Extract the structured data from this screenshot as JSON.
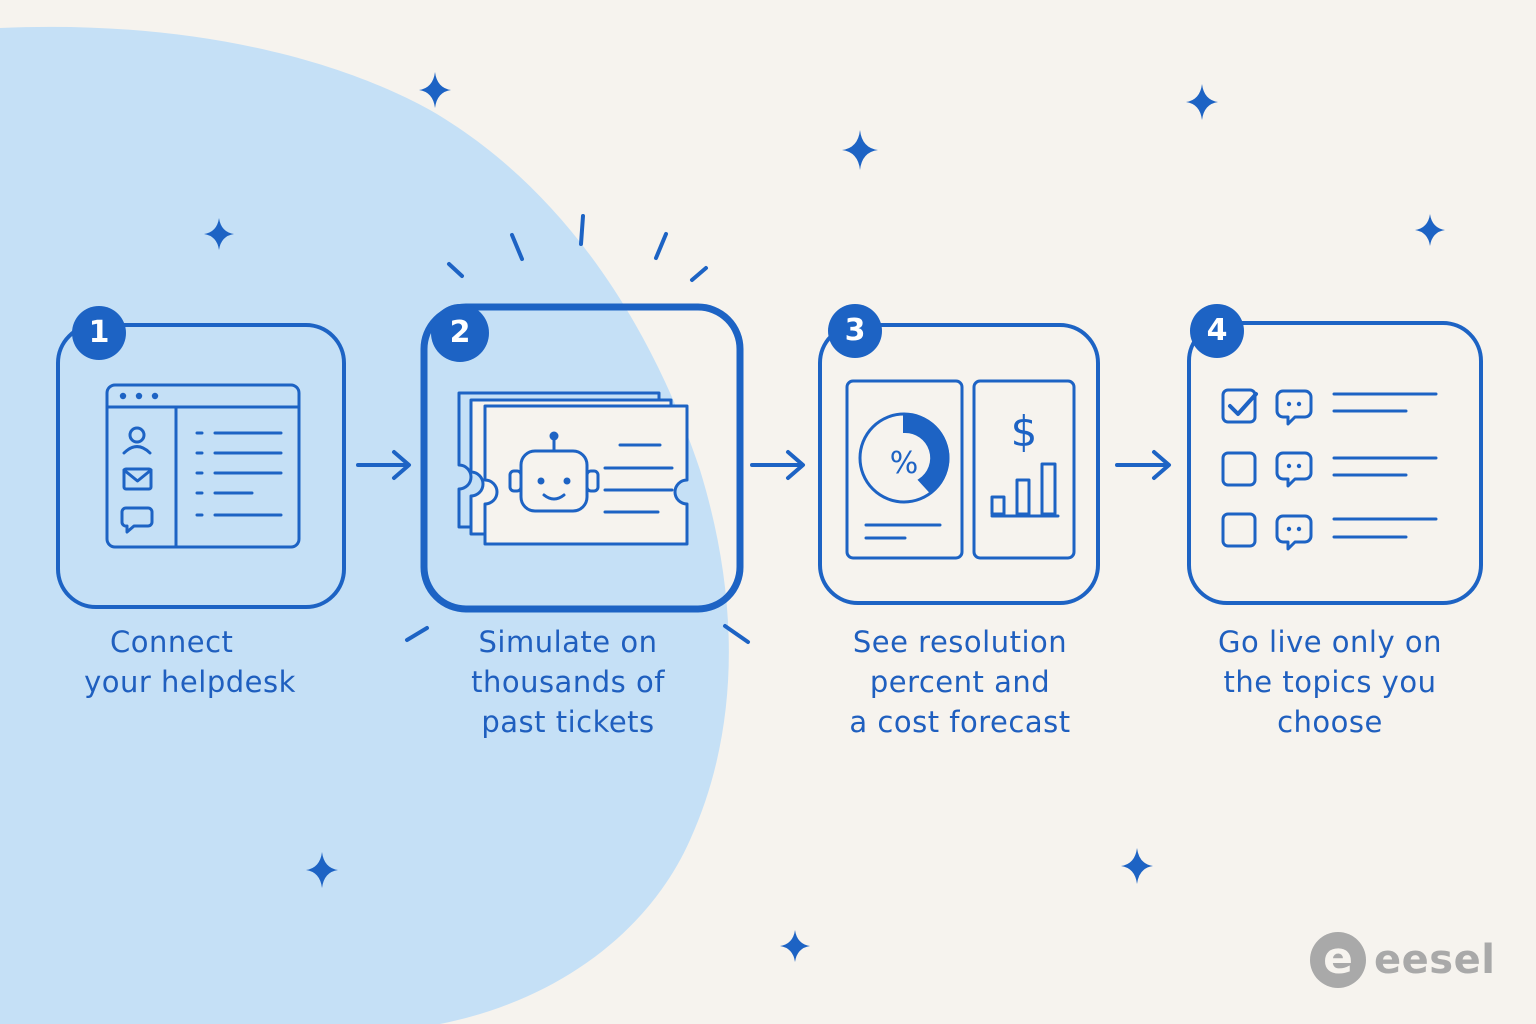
{
  "steps": [
    {
      "number": "1",
      "lines": [
        "Connect",
        "your helpdesk"
      ]
    },
    {
      "number": "2",
      "lines": [
        "Simulate on",
        "thousands of",
        "past tickets"
      ]
    },
    {
      "number": "3",
      "lines": [
        "See resolution",
        "percent and",
        "a cost forecast"
      ]
    },
    {
      "number": "4",
      "lines": [
        "Go live only on",
        "the topics you",
        "choose"
      ]
    }
  ],
  "panel3": {
    "percent_symbol": "%",
    "dollar_symbol": "$"
  },
  "logo": {
    "mark": "e",
    "name": "eesel"
  },
  "colors": {
    "accent": "#1d63c4",
    "background": "#f6f3ee",
    "blob": "#c5e0f6",
    "logo": "#a9a9a9"
  },
  "icons": [
    "browser-window-icon",
    "user-icon",
    "mail-icon",
    "chat-icon",
    "ticket-stack-icon",
    "robot-icon",
    "pie-chart-icon",
    "bar-chart-icon",
    "checkbox-checked-icon",
    "checkbox-icon",
    "speech-bubble-icon",
    "arrow-right-icon",
    "sparkle-icon"
  ]
}
